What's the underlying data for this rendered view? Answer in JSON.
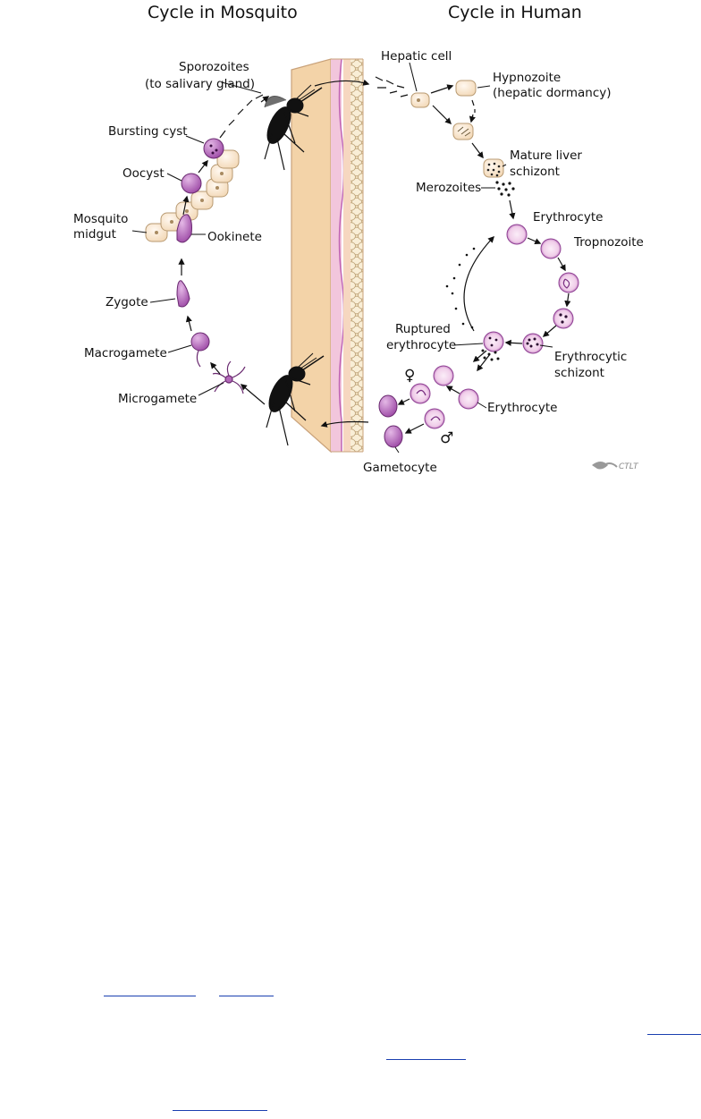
{
  "headers": {
    "mosquito": "Cycle in Mosquito",
    "human": "Cycle in Human"
  },
  "labels": {
    "sporozoites_line1": "Sporozoites",
    "sporozoites_line2": "(to salivary gland)",
    "bursting_cyst": "Bursting cyst",
    "oocyst": "Oocyst",
    "mosquito_midgut_line1": "Mosquito",
    "mosquito_midgut_line2": "midgut",
    "ookinete": "Ookinete",
    "zygote": "Zygote",
    "macrogamete": "Macrogamete",
    "microgamete": "Microgamete",
    "hepatic_cell": "Hepatic cell",
    "hypnozoite_line1": "Hypnozoite",
    "hypnozoite_line2": "(hepatic dormancy)",
    "mature_liver_line1": "Mature liver",
    "mature_liver_line2": "schizont",
    "merozoites": "Merozoites",
    "erythrocyte_top": "Erythrocyte",
    "trophozoite": "Tropnozoite",
    "ruptured_line1": "Ruptured",
    "ruptured_line2": "erythrocyte",
    "erythrocytic_line1": "Erythrocytic",
    "erythrocytic_line2": "schizont",
    "erythrocyte_bottom": "Erythrocyte",
    "gametocyte": "Gametocyte",
    "female_symbol": "♀",
    "male_symbol": "♂"
  },
  "logo": {
    "text": "CTLT"
  },
  "colors": {
    "skin": "#f3d3a8",
    "skin_edge": "#c9a27a",
    "membrane_pink": "#f2c6dc",
    "membrane_purple": "#c064b4",
    "parasite_purple": "#b267b8",
    "parasite_dark": "#7a2f82",
    "rbc_fill": "#f1d3ec",
    "cell_beige": "#f6e2bb",
    "link_blue": "#1a3fb0"
  }
}
